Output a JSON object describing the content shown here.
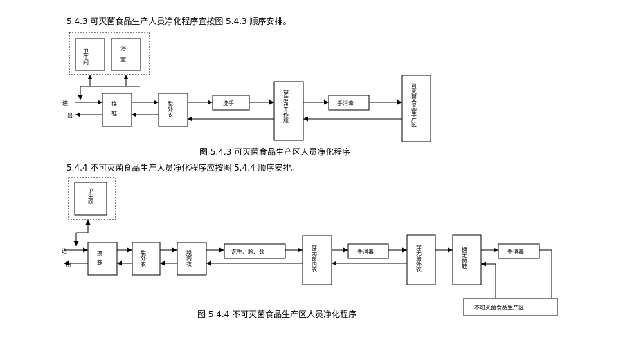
{
  "section1": {
    "heading": "5.4.3  可灭菌食品生产人员净化程序宜按图  5.4.3  顺序安排。",
    "caption": "图 5.4.3  可灭菌食品生产区人员净化程序",
    "labels": {
      "toilet": "卫生间",
      "bath": "浴室",
      "enter": "进",
      "exit": "出",
      "change_shoes": "换鞋",
      "remove_coat": "脱外衣",
      "wash_hands": "洗手",
      "wear_clean_clothes": "穿洁净工作服",
      "disinfect_hands": "手消毒",
      "sterile_zone": "可灭菌食品生产区"
    }
  },
  "section2": {
    "heading": "5.4.4  不可灭菌食品生产人员净化程序应按图  5.4.4  顺序安排。",
    "caption": "图 5.4.4  不可灭菌食品生产区人员净化程序",
    "labels": {
      "toilet": "卫生间",
      "enter": "进",
      "exit": "出",
      "change_shoes": "换鞋",
      "remove_coat": "脱外衣",
      "remove_underwear": "脱内衣",
      "wash": "洗手、脸、颈",
      "wear_sterile_inner": "穿无菌内衣",
      "disinfect_hands_1": "手消毒",
      "wear_sterile_outer": "穿无菌外衣",
      "change_sterile_shoes": "换无菌鞋",
      "disinfect_hands_2": "手消毒",
      "nonsterile_zone": "不可灭菌食品生产区"
    }
  }
}
